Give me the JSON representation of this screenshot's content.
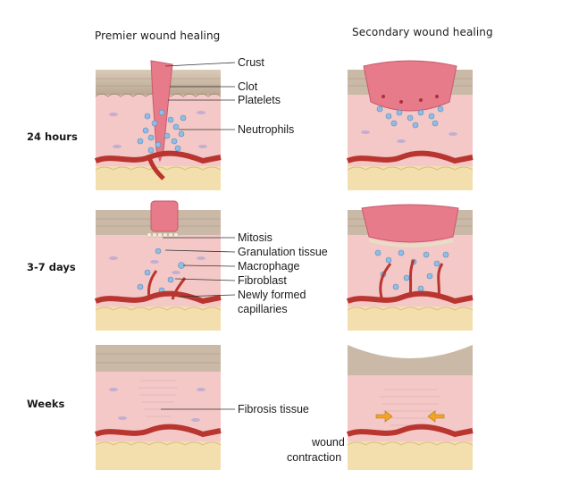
{
  "columns": {
    "primary": "Premier wound healing",
    "secondary": "Secondary wound healing"
  },
  "rows": [
    "24 hours",
    "3-7 days",
    "Weeks"
  ],
  "labels": {
    "crust": "Crust",
    "clot": "Clot",
    "platelets": "Platelets",
    "neutrophils": "Neutrophils",
    "mitosis": "Mitosis",
    "granulation": "Granulation tissue",
    "macrophage": "Macrophage",
    "fibroblast": "Fibroblast",
    "capillaries_1": "Newly formed",
    "capillaries_2": "capillaries",
    "fibrosis": "Fibrosis tissue",
    "contraction_1": "wound",
    "contraction_2": "contraction"
  },
  "colors": {
    "epidermis": "#c9b9a6",
    "dermis": "#f3c8c6",
    "fat": "#f3dfae",
    "clot": "#e87b8a",
    "vessel": "#b9352f",
    "neutrophil": "#8fbde4",
    "arrow": "#f2a521"
  }
}
